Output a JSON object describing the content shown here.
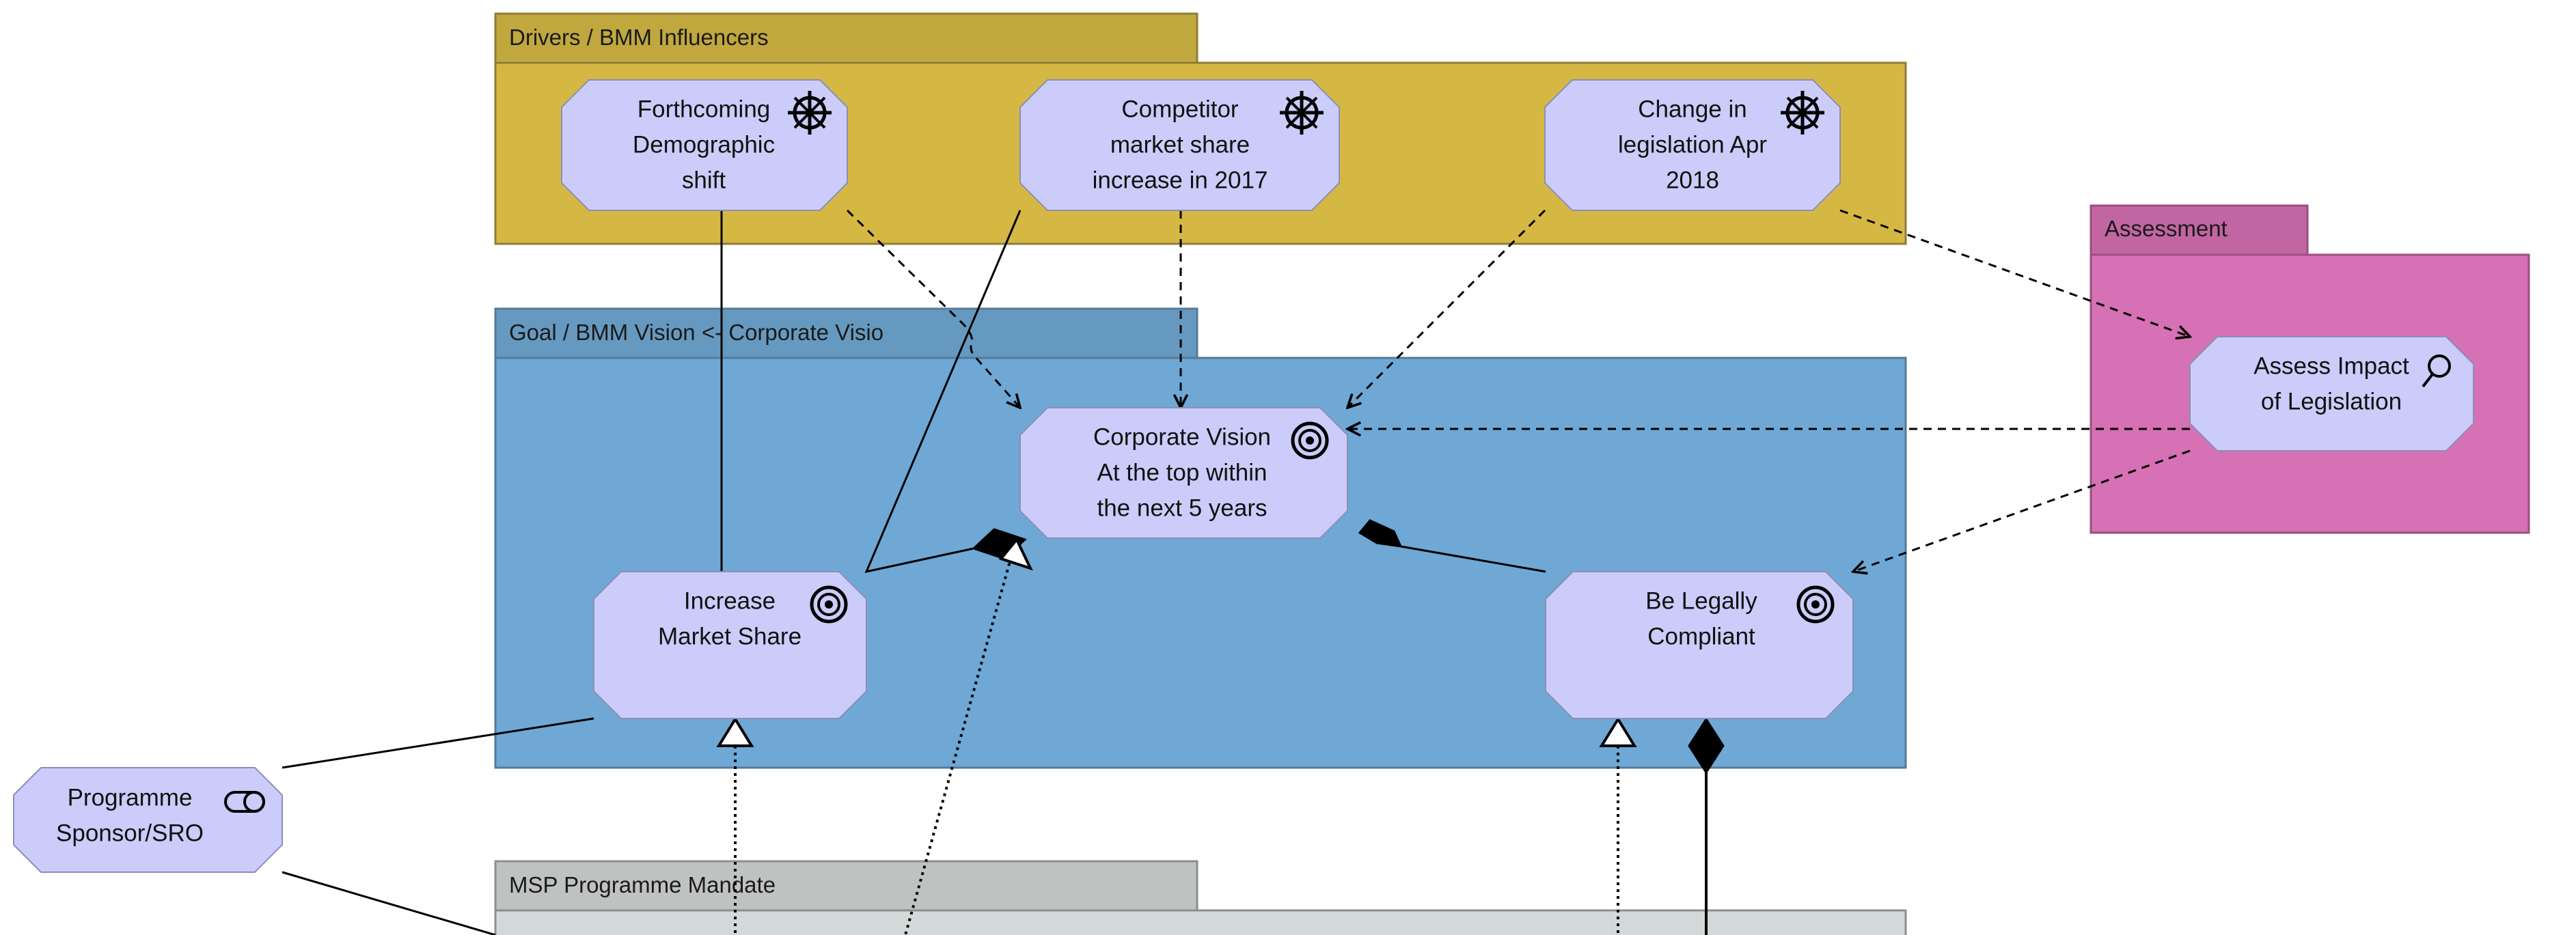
{
  "diagram": {
    "type": "ArchiMate Motivation view",
    "packages": [
      {
        "id": "drivers",
        "label": "Drivers / BMM Influencers",
        "tab_color": "#C1A83E",
        "body_color": "#D5B844",
        "border_color": "#8F7D36"
      },
      {
        "id": "goal",
        "label": "Goal / BMM Vision <- Corporate Visio",
        "tab_color": "#6699BF",
        "body_color": "#6FA8D5",
        "border_color": "#557A99"
      },
      {
        "id": "assessment",
        "label": "Assessment",
        "tab_color": "#C166A2",
        "body_color": "#D571B4",
        "border_color": "#9A4F82"
      },
      {
        "id": "msp",
        "label": "MSP Programme Mandate",
        "tab_color": "#BFC2C1",
        "body_color": "#D3D9D8",
        "border_color": "#8E8E8E"
      }
    ],
    "node_fill": "#CCCCFA",
    "node_border": "#8A8FB5",
    "nodes": [
      {
        "id": "d1",
        "package": "drivers",
        "icon": "driver-wheel-icon",
        "lines": [
          "Forthcoming",
          "Demographic",
          "shift"
        ]
      },
      {
        "id": "d2",
        "package": "drivers",
        "icon": "driver-wheel-icon",
        "lines": [
          "Competitor",
          "market share",
          "increase in 2017"
        ]
      },
      {
        "id": "d3",
        "package": "drivers",
        "icon": "driver-wheel-icon",
        "lines": [
          "Change in",
          "legislation Apr",
          "2018"
        ]
      },
      {
        "id": "cv",
        "package": "goal",
        "icon": "goal-target-icon",
        "lines": [
          "Corporate Vision",
          "At the top within",
          "the next 5 years"
        ]
      },
      {
        "id": "ims",
        "package": "goal",
        "icon": "goal-target-icon",
        "lines": [
          "Increase",
          "Market Share"
        ]
      },
      {
        "id": "blc",
        "package": "goal",
        "icon": "goal-target-icon",
        "lines": [
          "Be Legally",
          "Compliant"
        ]
      },
      {
        "id": "ail",
        "package": "assessment",
        "icon": "assessment-magnifier-icon",
        "lines": [
          "Assess Impact",
          "of Legislation"
        ]
      },
      {
        "id": "pss",
        "package": null,
        "icon": "role-toggle-icon",
        "lines": [
          "Programme",
          "Sponsor/SRO"
        ]
      }
    ],
    "relationships": [
      {
        "from": "d1",
        "to": "cv",
        "type": "influence",
        "style": "dashed-arrow"
      },
      {
        "from": "d2",
        "to": "cv",
        "type": "influence",
        "style": "dashed-arrow"
      },
      {
        "from": "d3",
        "to": "cv",
        "type": "influence",
        "style": "dashed-arrow"
      },
      {
        "from": "d3",
        "to": "ail",
        "type": "influence",
        "style": "dashed-arrow"
      },
      {
        "from": "ail",
        "to": "cv",
        "type": "influence",
        "style": "dashed-arrow"
      },
      {
        "from": "ail",
        "to": "blc",
        "type": "influence",
        "style": "dashed-arrow"
      },
      {
        "from": "d1",
        "to": "ims",
        "type": "association",
        "style": "solid"
      },
      {
        "from": "d2",
        "to": "ims",
        "type": "association",
        "style": "solid"
      },
      {
        "from": "ims",
        "to": "cv",
        "type": "composition",
        "style": "solid-diamond"
      },
      {
        "from": "blc",
        "to": "cv",
        "type": "composition",
        "style": "solid-diamond"
      },
      {
        "from": "msp",
        "to": "cv",
        "type": "realization",
        "style": "dotted-triangle"
      },
      {
        "from": "msp",
        "to": "ims",
        "type": "realization",
        "style": "dotted-triangle"
      },
      {
        "from": "msp",
        "to": "blc",
        "type": "realization",
        "style": "dotted-triangle"
      },
      {
        "from": "msp",
        "to": "blc",
        "type": "composition",
        "style": "solid-diamond"
      },
      {
        "from": "pss",
        "to": "ims",
        "type": "association",
        "style": "solid"
      },
      {
        "from": "pss",
        "to": "msp",
        "type": "association",
        "style": "solid"
      }
    ]
  }
}
